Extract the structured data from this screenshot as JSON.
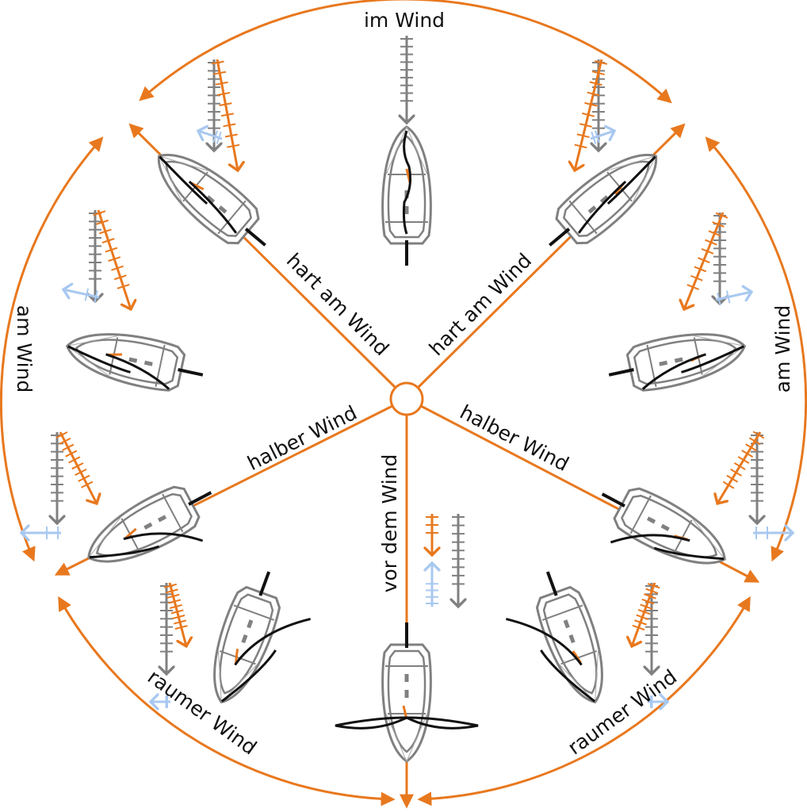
{
  "labels": {
    "im_wind": "im Wind",
    "hart_am_wind_left": "hart am Wind",
    "hart_am_wind_right": "hart am Wind",
    "am_wind_left": "am Wind",
    "am_wind_right": "am Wind",
    "halber_wind_left": "halber Wind",
    "halber_wind_right": "halber Wind",
    "vor_dem_wind": "vor dem Wind",
    "raumer_wind_left": "raumer Wind",
    "raumer_wind_right": "raumer Wind"
  },
  "colors": {
    "orange": "#e8781e",
    "gray": "#808080",
    "light_blue": "#a8c8f0",
    "black": "#111111"
  }
}
